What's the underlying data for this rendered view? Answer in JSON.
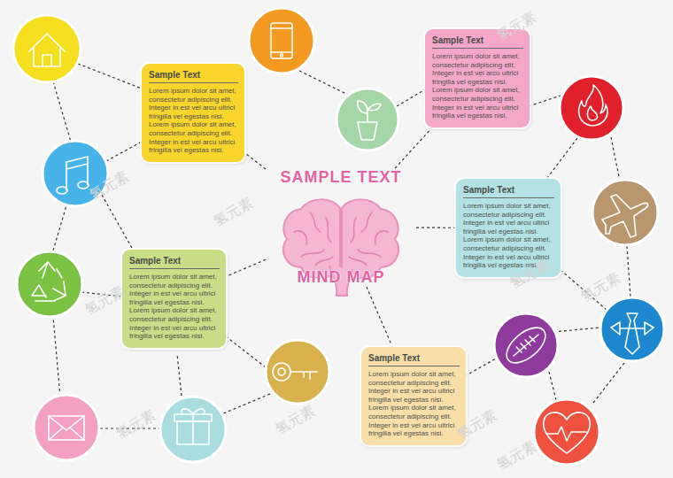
{
  "diagram": {
    "nodes": [
      {
        "text": [
          "Sample Text",
          "Lorem ipsum dolor sit amet, consectetur adipiscing elit. Integer in est vel arcu ultrici fringilla vel egestas nisi. Lorem ipsum dolor sit amet, consectetur adipiscing elit. Integer in est vel arcu ultrici fringilla vel egestas nisi."
        ]
      },
      {
        "text": [
          "Sample Text",
          "Lorem ipsum dolor sit amet, consectetur adipiscing elit. Integer in est vel arcu ultrici fringilla vel egestas nisi. Lorem ipsum dolor sit amet, consectetur adipiscing elit. Integer in est vel arcu ultrici fringilla vel egestas nisi."
        ]
      },
      {
        "text": [
          "SAMPLE TEXT",
          "MIND MAP"
        ]
      },
      {
        "text": [
          "Sample Text",
          "Lorem ipsum dolor sit amet, consectetur adipiscing elit. Integer in est vel arcu ultrici fringilla vel egestas nisi. Lorem ipsum dolor sit amet, consectetur adipiscing elit. Integer in est vel arcu ultrici fringilla vel egestas nisi."
        ]
      },
      {
        "text": [
          "Sample Text",
          "Lorem ipsum dolor sit amet, consectetur adipiscing elit. Integer in est vel arcu ultrici fringilla vel egestas nisi. Lorem ipsum dolor sit amet, consectetur adipiscing elit. Integer in est vel arcu ultrici fringilla vel egestas nisi."
        ]
      },
      {
        "text": [
          "Sample Text",
          "Lorem ipsum dolor sit amet, consectetur adipiscing elit. Integer in est vel arcu ultrici fringilla vel egestas nisi. Lorem ipsum dolor sit amet, consectetur adipiscing elit. Integer in est vel arcu ultrici fringilla vel egestas nisi."
        ]
      }
    ],
    "edges": [
      {
        "from": 2,
        "to": 0,
        "arrow": "none"
      },
      {
        "from": 2,
        "to": 1,
        "arrow": "none"
      },
      {
        "from": 2,
        "to": 3,
        "arrow": "none"
      },
      {
        "from": 2,
        "to": 4,
        "arrow": "none"
      },
      {
        "from": 2,
        "to": 5,
        "arrow": "none"
      }
    ],
    "labels": [
      "氢元素",
      "氢元素",
      "氢元素",
      "氢元素",
      "氢元素",
      "氢元素",
      "氢元素",
      "氢元素",
      "氢元素",
      "氢元素"
    ]
  }
}
